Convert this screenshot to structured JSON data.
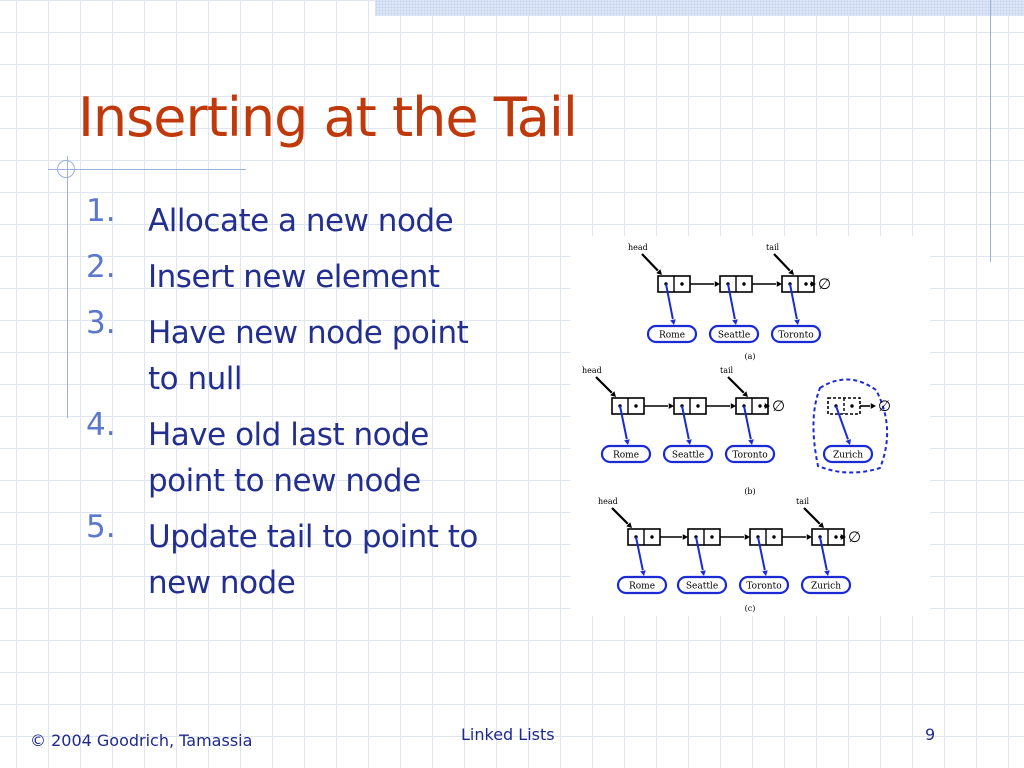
{
  "slide": {
    "title": "Inserting at the Tail",
    "steps": [
      {
        "number": "1.",
        "text": "Allocate a new node"
      },
      {
        "number": "2.",
        "text": "Insert new element"
      },
      {
        "number": "3.",
        "text": "Have new node point to null"
      },
      {
        "number": "4.",
        "text": "Have old last node point to new node"
      },
      {
        "number": "5.",
        "text": "Update tail to point to new node"
      }
    ],
    "footer": {
      "copyright": "© 2004 Goodrich, Tamassia",
      "topic": "Linked Lists",
      "page": "9"
    }
  },
  "diagram": {
    "head_label": "head",
    "tail_label": "tail",
    "null_symbol": "∅",
    "panels": [
      {
        "caption": "(a)",
        "elements": [
          "Rome",
          "Seattle",
          "Toronto"
        ]
      },
      {
        "caption": "(b)",
        "elements": [
          "Rome",
          "Seattle",
          "Toronto",
          "Zurich"
        ]
      },
      {
        "caption": "(c)",
        "elements": [
          "Rome",
          "Seattle",
          "Toronto",
          "Zurich"
        ]
      }
    ]
  },
  "colors": {
    "title": "#c0390b",
    "body_text": "#232f8e",
    "numbers": "#5b78ca",
    "element_blue": "#1a2bd6"
  }
}
